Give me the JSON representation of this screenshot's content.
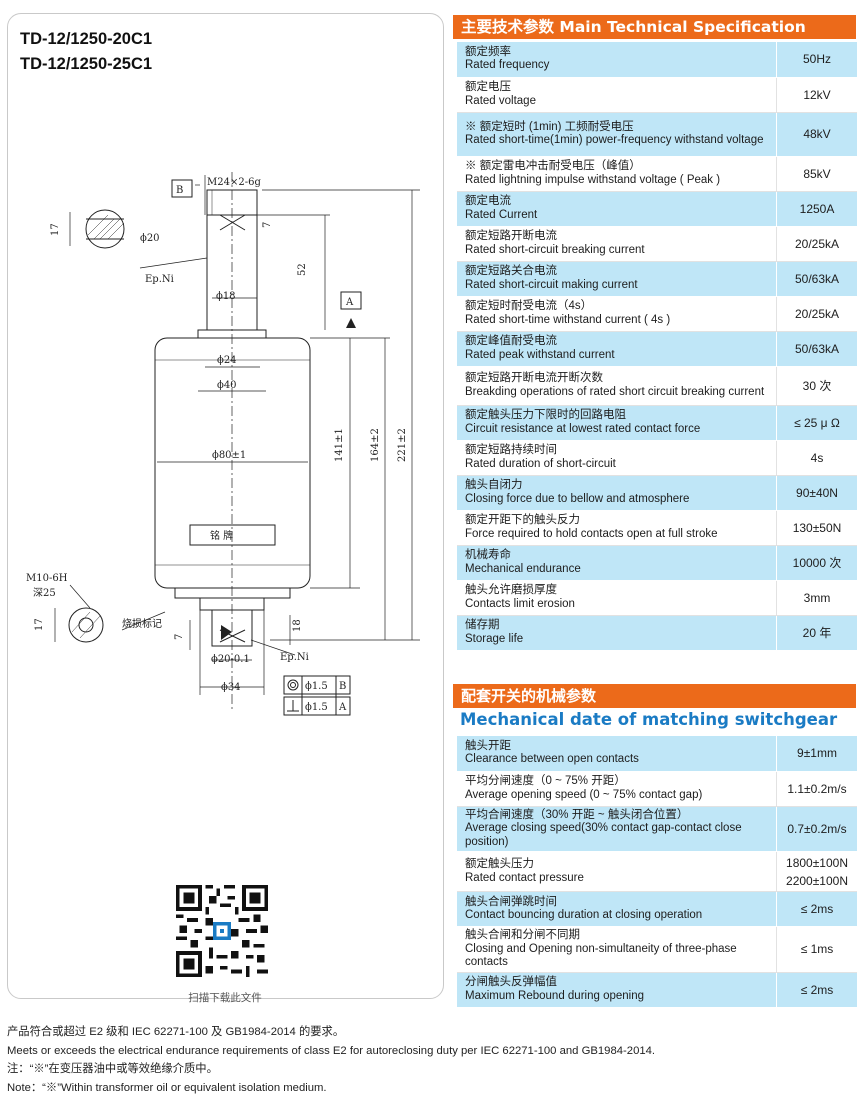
{
  "models": [
    "TD-12/1250-20C1",
    "TD-12/1250-25C1"
  ],
  "drawing": {
    "label_B": "B",
    "label_A": "A",
    "thread_top": "M24×2-6g",
    "phi20_top": "ϕ20",
    "dim_17_top": "17",
    "dim_7_top": "7",
    "ep_ni_top": "Ep.Ni",
    "dim_52": "52",
    "phi18": "ϕ18",
    "phi24": "ϕ24",
    "phi40": "ϕ40",
    "phi80": "ϕ80±1",
    "dim_141": "141±1",
    "dim_164": "164±2",
    "dim_221": "221±2",
    "nameplate": "铭  牌",
    "thread_bottom": "M10-6H",
    "depth": "深25",
    "dim_17_bottom": "17",
    "burn_mark": "烧损标记",
    "dim_7_bottom": "7",
    "dim_18": "18",
    "phi20_bottom": "ϕ20-0.1",
    "ep_ni_bottom": "Ep.Ni",
    "phi34": "ϕ34",
    "tol1_value": "ϕ1.5",
    "tol1_ref": "B",
    "tol2_value": "ϕ1.5",
    "tol2_ref": "A"
  },
  "qr_caption": "扫描下载此文件",
  "spec_title": "主要技术参数 Main Technical Specification",
  "spec_rows": [
    {
      "cn": "额定频率",
      "en": "Rated frequency",
      "value": "50Hz"
    },
    {
      "cn": "额定电压",
      "en": "Rated voltage",
      "value": "12kV"
    },
    {
      "cn": "※ 额定短时 (1min) 工频耐受电压",
      "en": "Rated short-time(1min) power-frequency withstand voltage",
      "value": "48kV"
    },
    {
      "cn": "※ 额定雷电冲击耐受电压（峰值）",
      "en": "Rated lightning impulse withstand voltage ( Peak )",
      "value": "85kV"
    },
    {
      "cn": "额定电流",
      "en": "Rated Current",
      "value": "1250A"
    },
    {
      "cn": "额定短路开断电流",
      "en": "Rated short-circuit breaking current",
      "value": "20/25kA"
    },
    {
      "cn": "额定短路关合电流",
      "en": "Rated short-circuit making current",
      "value": "50/63kA"
    },
    {
      "cn": "额定短时耐受电流（4s）",
      "en": "Rated short-time withstand current ( 4s )",
      "value": "20/25kA"
    },
    {
      "cn": "额定峰值耐受电流",
      "en": "Rated peak withstand current",
      "value": "50/63kA"
    },
    {
      "cn": "额定短路开断电流开断次数",
      "en": "Breakding operations of rated short circuit breaking current",
      "value": "30 次"
    },
    {
      "cn": "额定触头压力下限时的回路电阻",
      "en": "Circuit resistance at lowest rated contact force",
      "value": "≤ 25 μ Ω"
    },
    {
      "cn": "额定短路持续时间",
      "en": "Rated duration of short-circuit",
      "value": "4s"
    },
    {
      "cn": "触头自闭力",
      "en": "Closing force due to bellow and atmosphere",
      "value": "90±40N"
    },
    {
      "cn": "额定开距下的触头反力",
      "en": "Force required to hold contacts open at full stroke",
      "value": "130±50N"
    },
    {
      "cn": "机械寿命",
      "en": "Mechanical endurance",
      "value": "10000 次"
    },
    {
      "cn": "触头允许磨损厚度",
      "en": "Contacts limit erosion",
      "value": "3mm"
    },
    {
      "cn": "储存期",
      "en": "Storage life",
      "value": "20 年"
    }
  ],
  "mech_title": "配套开关的机械参数",
  "mech_subtitle": "Mechanical date of matching switchgear",
  "mech_rows": [
    {
      "cn": "触头开距",
      "en": "Clearance between open contacts",
      "value": "9±1mm"
    },
    {
      "cn": "平均分闸速度（0 ~ 75% 开距）",
      "en": "Average opening speed (0 ~ 75% contact gap)",
      "value": "1.1±0.2m/s"
    },
    {
      "cn": "平均合闸速度（30% 开距 ~ 触头闭合位置）",
      "en": "Average closing speed(30% contact gap-contact close position)",
      "value": "0.7±0.2m/s"
    },
    {
      "cn": "额定触头压力",
      "en": "Rated contact pressure",
      "value": "1800±100N",
      "value2": "2200±100N"
    },
    {
      "cn": "触头合闸弹跳时间",
      "en": "Contact bouncing duration at closing operation",
      "value": "≤ 2ms"
    },
    {
      "cn": "触头合闸和分闸不同期",
      "en": "Closing and Opening non-simultaneity of three-phase contacts",
      "value": "≤ 1ms"
    },
    {
      "cn": "分闸触头反弹幅值",
      "en": "Maximum Rebound during opening",
      "value": "≤ 2ms"
    }
  ],
  "notes": [
    "产品符合或超过 E2 级和 IEC 62271-100 及 GB1984-2014 的要求。",
    "Meets or exceeds the electrical endurance requirements of class E2 for autoreclosing duty per IEC 62271-100 and GB1984-2014.",
    "注：“※”在变压器油中或等效绝缘介质中。",
    "Note：“※”Within transformer oil or equivalent isolation medium."
  ]
}
